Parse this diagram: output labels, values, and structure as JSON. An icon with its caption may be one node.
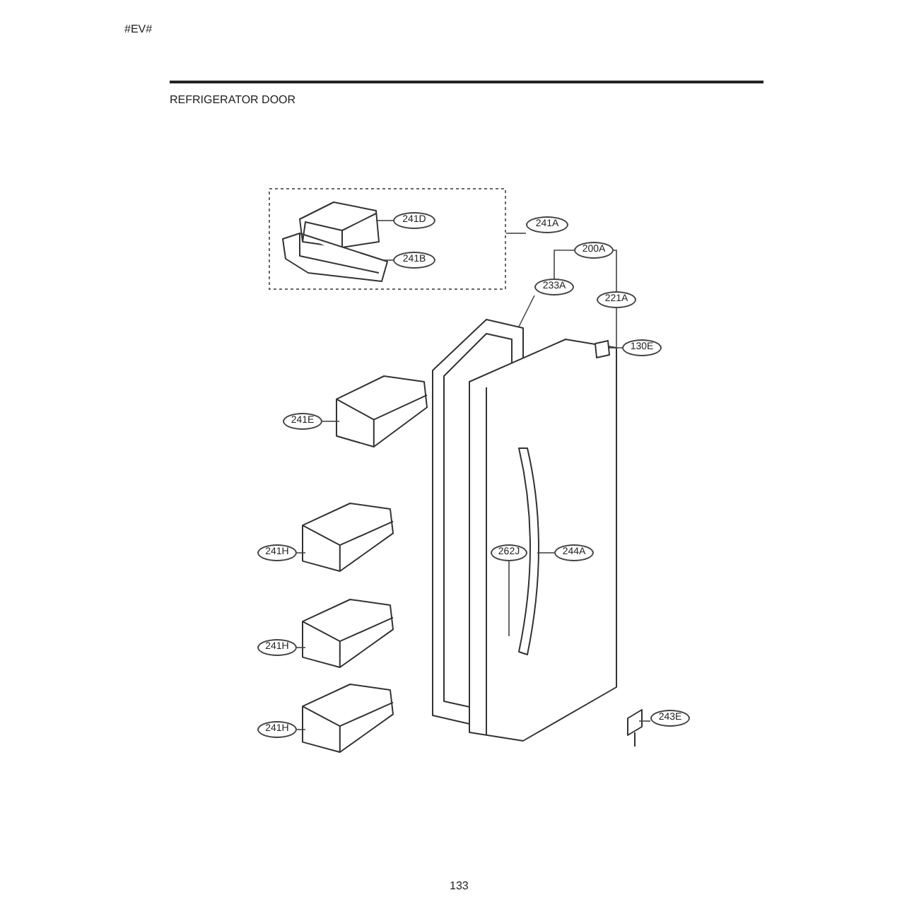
{
  "diagram": {
    "title": "REFRIGERATOR DOOR",
    "nodes": [
      {
        "text": [],
        "shape": "box"
      },
      {
        "text": [],
        "shape": "picture",
        "in": 0
      },
      {
        "text": [],
        "shape": "picture",
        "in": 0
      },
      {
        "text": [
          "241D"
        ],
        "in": 0
      },
      {
        "text": [
          "241B"
        ],
        "in": 0
      },
      {
        "text": [
          "241A"
        ]
      },
      {
        "text": [],
        "shape": "picture"
      },
      {
        "text": [
          "241E"
        ]
      },
      {
        "text": [],
        "shape": "picture"
      },
      {
        "text": [
          "241H"
        ]
      },
      {
        "text": [],
        "shape": "picture"
      },
      {
        "text": [
          "241H"
        ]
      },
      {
        "text": [],
        "shape": "picture"
      },
      {
        "text": [
          "241H"
        ]
      },
      {
        "text": [],
        "shape": "picture"
      },
      {
        "text": [],
        "shape": "picture"
      },
      {
        "text": [],
        "shape": "picture",
        "in": 15
      },
      {
        "text": [],
        "shape": "picture"
      },
      {
        "text": [],
        "shape": "box",
        "in": 15
      },
      {
        "text": [
          "200A"
        ]
      },
      {
        "text": [
          "233A"
        ]
      },
      {
        "text": [
          "221A"
        ]
      },
      {
        "text": [
          "130E"
        ]
      },
      {
        "text": [
          "262J"
        ],
        "in": 15
      },
      {
        "text": [
          "244A"
        ],
        "in": 15
      },
      {
        "text": [
          "243E"
        ]
      }
    ],
    "edges": [
      {
        "from": 3,
        "to": 1,
        "arrow": "none"
      },
      {
        "from": 4,
        "to": 2,
        "arrow": "none"
      },
      {
        "from": 5,
        "to": 0,
        "arrow": "none"
      },
      {
        "from": 7,
        "to": 6,
        "arrow": "none"
      },
      {
        "from": 9,
        "to": 8,
        "arrow": "none"
      },
      {
        "from": 11,
        "to": 10,
        "arrow": "none"
      },
      {
        "from": 13,
        "to": 12,
        "arrow": "none"
      },
      {
        "from": 19,
        "to": 20,
        "arrow": "none"
      },
      {
        "from": 19,
        "to": 21,
        "arrow": "none"
      },
      {
        "from": 20,
        "to": 14,
        "arrow": "none"
      },
      {
        "from": 21,
        "to": 15,
        "arrow": "none"
      },
      {
        "from": 22,
        "to": 18,
        "arrow": "none"
      },
      {
        "from": 23,
        "to": 15,
        "arrow": "none"
      },
      {
        "from": 24,
        "to": 16,
        "arrow": "none"
      },
      {
        "from": 25,
        "to": 17,
        "arrow": "none"
      }
    ],
    "labels": [
      "#EV#",
      "133"
    ]
  }
}
